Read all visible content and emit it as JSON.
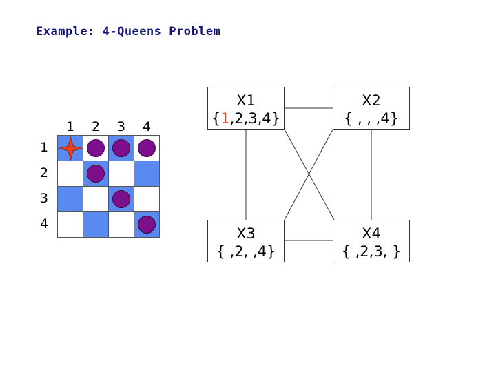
{
  "slide": {
    "title": "Example: 4-Queens Problem"
  },
  "board": {
    "column_labels": [
      "1",
      "2",
      "3",
      "4"
    ],
    "row_labels": [
      "1",
      "2",
      "3",
      "4"
    ],
    "placed_queen": {
      "row": 1,
      "column": 1,
      "marker": "red-star"
    },
    "eliminated": [
      {
        "row": 1,
        "column": 2
      },
      {
        "row": 1,
        "column": 3
      },
      {
        "row": 1,
        "column": 4
      },
      {
        "row": 2,
        "column": 2
      },
      {
        "row": 3,
        "column": 3
      },
      {
        "row": 4,
        "column": 4
      }
    ],
    "colors": {
      "dark_square": "#5a8af0",
      "light_square": "#ffffff",
      "eliminated_disc": "#7b0f8c",
      "queen_star": "#e8411a"
    }
  },
  "variables": [
    {
      "id": "X1",
      "name": "X1",
      "domain_open": "{",
      "domain_highlight": "1",
      "domain_rest": ",2,3,4}"
    },
    {
      "id": "X2",
      "name": "X2",
      "domain_open": "",
      "domain_highlight": "",
      "domain_rest": "{ , , ,4}"
    },
    {
      "id": "X3",
      "name": "X3",
      "domain_open": "",
      "domain_highlight": "",
      "domain_rest": "{ ,2, ,4}"
    },
    {
      "id": "X4",
      "name": "X4",
      "domain_open": "",
      "domain_highlight": "",
      "domain_rest": "{ ,2,3, }"
    }
  ],
  "constraint_edges": [
    [
      "X1",
      "X2"
    ],
    [
      "X1",
      "X3"
    ],
    [
      "X1",
      "X4"
    ],
    [
      "X2",
      "X3"
    ],
    [
      "X2",
      "X4"
    ],
    [
      "X3",
      "X4"
    ]
  ],
  "highlight_color": "#e8411a"
}
